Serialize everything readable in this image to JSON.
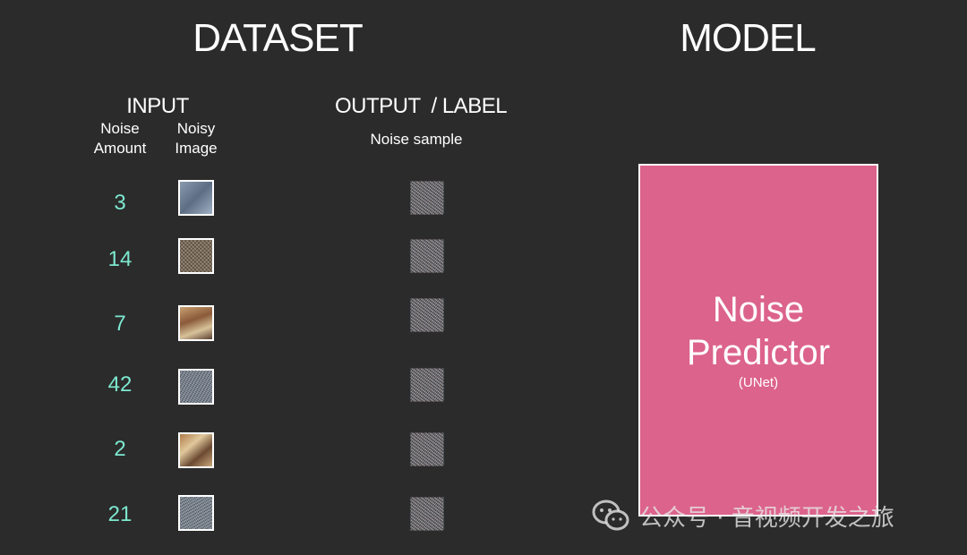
{
  "dataset": {
    "title": "DATASET",
    "input_heading": "INPUT",
    "output_heading": "OUTPUT  / LABEL",
    "columns": {
      "noise_amount": "Noise\nAmount",
      "noisy_image": "Noisy\nImage",
      "noise_sample": "Noise sample"
    },
    "rows": [
      {
        "noise_amount": "3"
      },
      {
        "noise_amount": "14"
      },
      {
        "noise_amount": "7"
      },
      {
        "noise_amount": "42"
      },
      {
        "noise_amount": "2"
      },
      {
        "noise_amount": "21"
      }
    ]
  },
  "model": {
    "title": "MODEL",
    "box_line1": "Noise",
    "box_line2": "Predictor",
    "box_sub": "(UNet)"
  },
  "watermark": {
    "text": "公众号 · 音视频开发之旅"
  },
  "colors": {
    "background": "#2b2b2b",
    "amount_text": "#7de8cf",
    "model_box": "#dc638b"
  }
}
